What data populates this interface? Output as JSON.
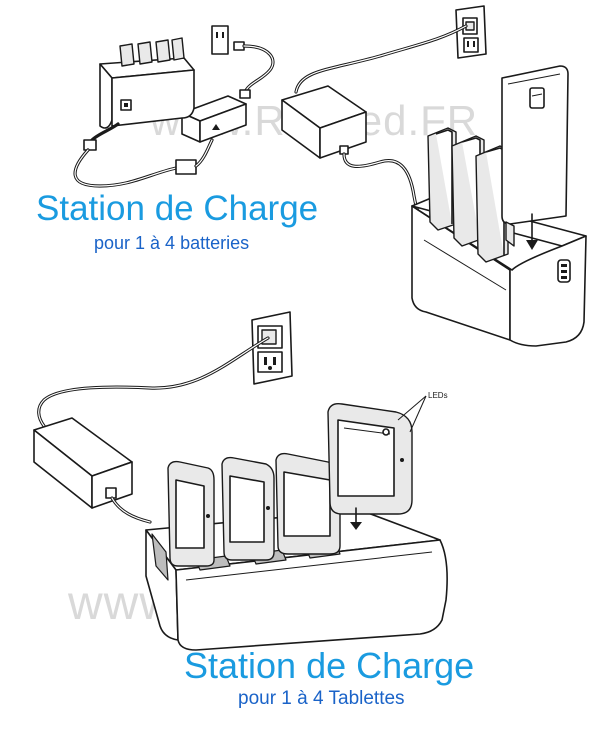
{
  "watermarks": {
    "top": "www.Rugged.FR",
    "bottom": "www.Rugged.FR"
  },
  "battery_station": {
    "title": "Station de Charge",
    "subtitle": "pour 1 à 4 batteries"
  },
  "tablet_station": {
    "title": "Station de Charge",
    "subtitle": "pour 1 à 4 Tablettes",
    "callout": "LEDs"
  }
}
